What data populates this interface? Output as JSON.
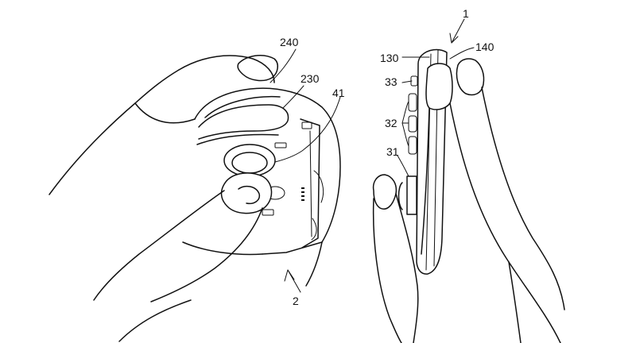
{
  "labels": {
    "ref_240": "240",
    "ref_230": "230",
    "ref_41": "41",
    "ref_2": "2",
    "ref_1": "1",
    "ref_130": "130",
    "ref_140": "140",
    "ref_33": "33",
    "ref_32": "32",
    "ref_31": "31"
  },
  "colors": {
    "line": "#111111",
    "background": "#ffffff"
  }
}
